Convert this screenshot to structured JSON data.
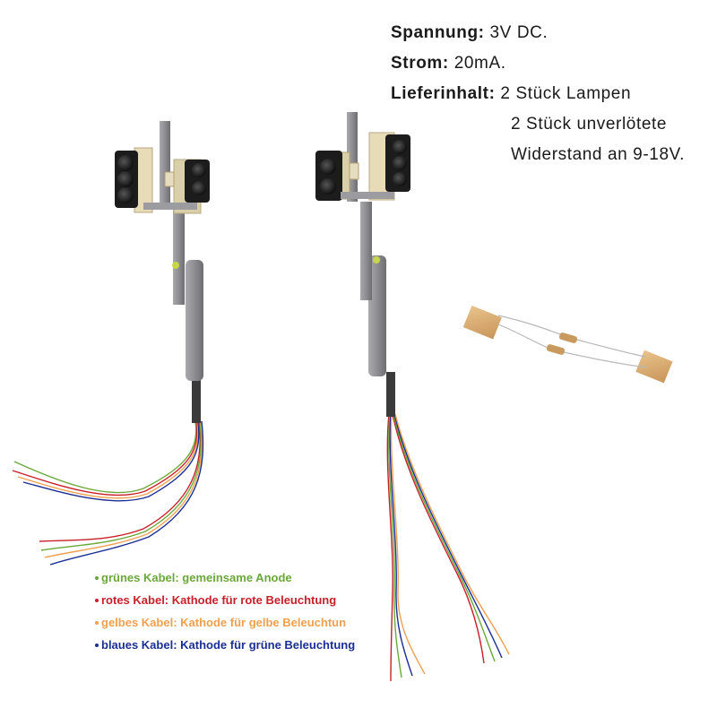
{
  "specs": {
    "voltage_key": "Spannung:",
    "voltage_value": "3V DC.",
    "current_key": "Strom:",
    "current_value": "20mA.",
    "contents_key": "Lieferinhalt:",
    "contents_line1": "2 Stück Lampen",
    "contents_line2": "2 Stück unverlötete",
    "contents_line3": "Widerstand an 9-18V."
  },
  "legend": [
    {
      "text": "grünes Kabel: gemeinsame Anode",
      "color": "#6aa839"
    },
    {
      "text": "rotes Kabel: Kathode für rote Beleuchtung",
      "color": "#c8202a"
    },
    {
      "text": "gelbes Kabel: Kathode für gelbe Beleuchtun",
      "color": "#f0a050"
    },
    {
      "text": "blaues Kabel: Kathode für grüne Beleuchtung",
      "color": "#1b2f93"
    }
  ],
  "colors": {
    "pole": "#8e8e92",
    "signal_head": "#1c1c1c",
    "backplate": "#e8dcb8",
    "resistor_pad": "#d9b27a"
  }
}
